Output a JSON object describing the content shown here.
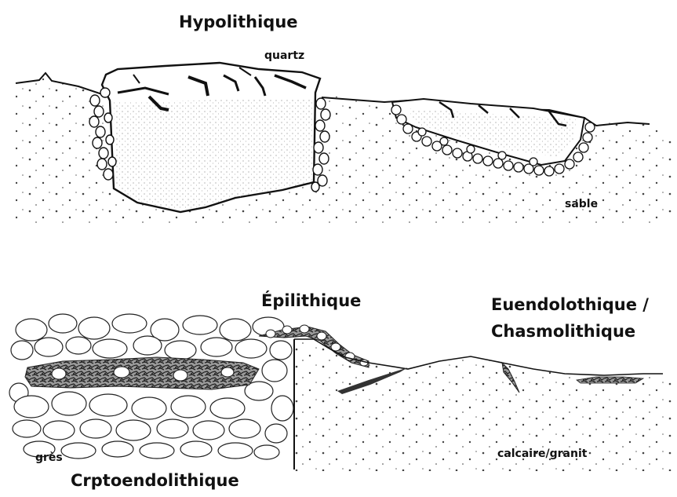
{
  "headings": {
    "hypolithic": "Hypolithique",
    "epilithic": "Épilithique",
    "euendolithic_line1": "Euendolothique /",
    "euendolithic_line2": "Chasmolithique",
    "cryptoendolithic": "Crptoendolithique"
  },
  "materials": {
    "quartz": "quartz",
    "sand": "sable",
    "sandstone": "grès",
    "limestone_granite": "calcaire/granit"
  },
  "colors": {
    "ink": "#111111",
    "stipple": "#555555",
    "background": "#ffffff"
  }
}
